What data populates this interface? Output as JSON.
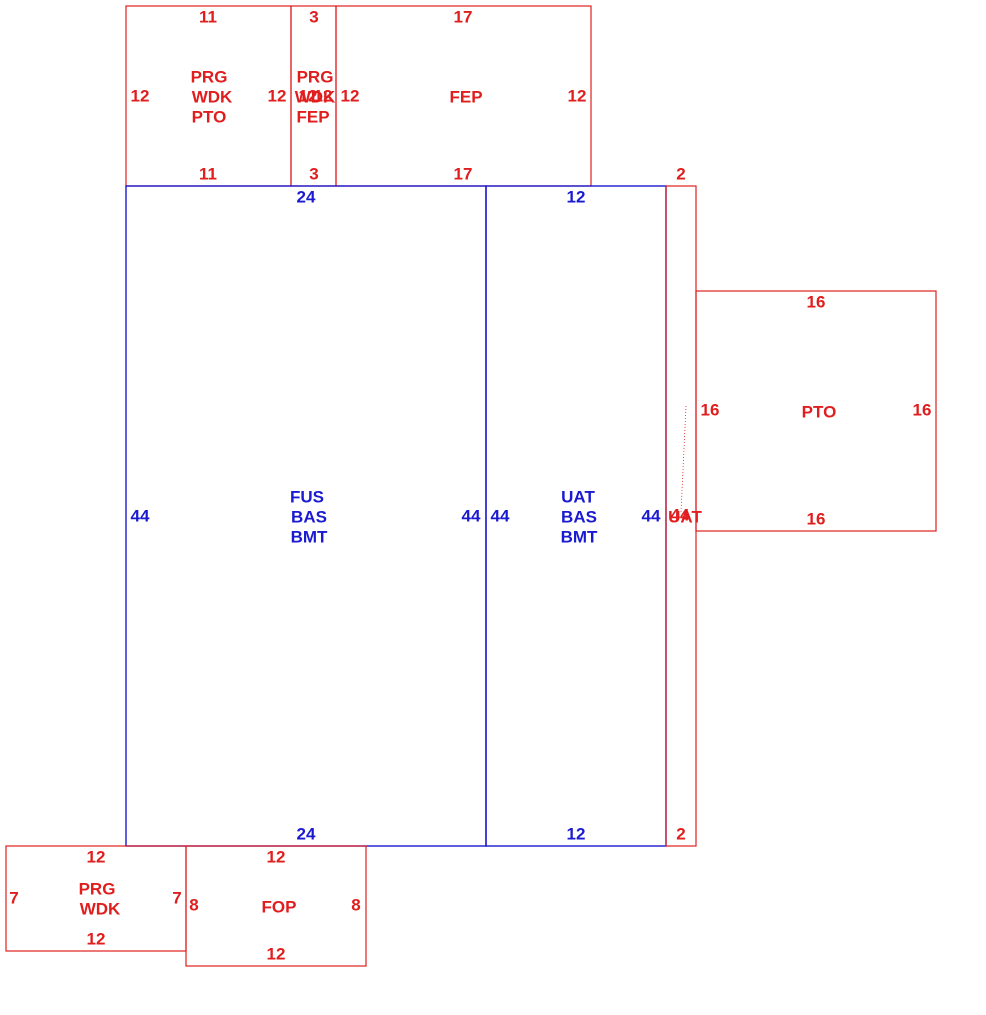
{
  "colors": {
    "red": "#e01e1e",
    "blue": "#1a1ad0"
  },
  "areas": {
    "prg_wdk_pto": {
      "codes": [
        "PRG",
        "WDK",
        "PTO"
      ],
      "top": "11",
      "bottom": "11",
      "left": "12",
      "right": "12"
    },
    "prg_wdk_fep": {
      "codes": [
        "PRG",
        "WDK",
        "FEP"
      ],
      "top": "3",
      "bottom": "3",
      "left": "12",
      "right": "12"
    },
    "fep": {
      "codes": [
        "FEP"
      ],
      "top": "17",
      "bottom": "17",
      "right": "12"
    },
    "fus_bas_bmt": {
      "codes": [
        "FUS",
        "BAS",
        "BMT"
      ],
      "top": "24",
      "bottom": "24",
      "left": "44",
      "right": "44"
    },
    "uat_bas_bmt": {
      "codes": [
        "UAT",
        "BAS",
        "BMT"
      ],
      "top": "12",
      "bottom": "12",
      "left": "44",
      "right": "44"
    },
    "uat_strip": {
      "codes": [
        "UAT"
      ],
      "top": "2",
      "bottom": "2",
      "side": "44"
    },
    "pto": {
      "codes": [
        "PTO"
      ],
      "top": "16",
      "bottom": "16",
      "left": "16",
      "right": "16"
    },
    "prg_wdk": {
      "codes": [
        "PRG",
        "WDK"
      ],
      "top": "12",
      "bottom": "12",
      "left": "7",
      "right": "7"
    },
    "fop": {
      "codes": [
        "FOP"
      ],
      "top": "12",
      "bottom": "12",
      "left": "8",
      "right": "8"
    }
  }
}
